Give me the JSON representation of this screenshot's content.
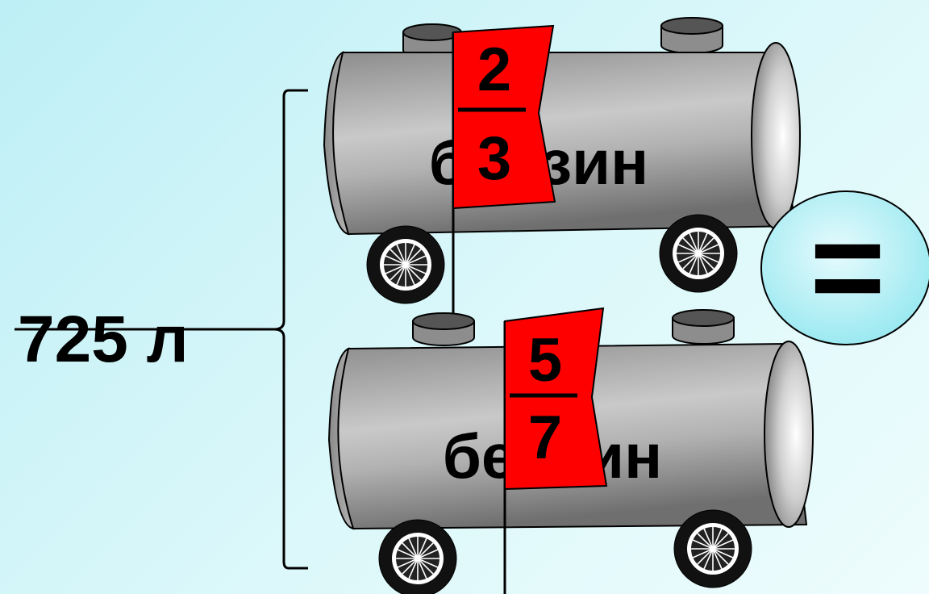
{
  "total_label": "725 л",
  "equals_sign": "=",
  "tanks": [
    {
      "label": "бензин",
      "fraction": {
        "numerator": "2",
        "denominator": "3"
      }
    },
    {
      "label": "бензин",
      "fraction": {
        "numerator": "5",
        "denominator": "7"
      }
    }
  ],
  "colors": {
    "background": "#d6f6f9",
    "tank_body": "#9a9a9a",
    "flag": "#ff0000",
    "equals_bubble": "#aeeef5",
    "text": "#000000"
  }
}
